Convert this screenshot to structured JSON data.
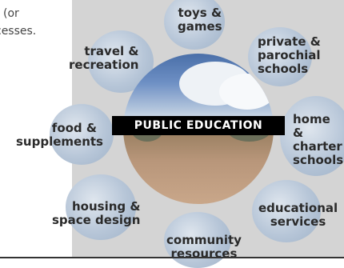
{
  "intro": {
    "line1": "(or",
    "line2": "cesses."
  },
  "center": {
    "title": "PUBLIC EDUCATION"
  },
  "nodes": {
    "toys_games": [
      "toys &",
      "games"
    ],
    "private_parochial": [
      "private &",
      "parochial",
      "schools"
    ],
    "home_charter": [
      "home &",
      "charter",
      "schools"
    ],
    "educational_services": [
      "educational",
      "services"
    ],
    "community_resources": [
      "community",
      "resources"
    ],
    "housing_space": [
      "housing &",
      "space design"
    ],
    "food_supplements": [
      "food &",
      "supplements"
    ],
    "travel_recreation": [
      "travel &",
      "recreation"
    ]
  },
  "colors": {
    "panel": "#d4d4d4",
    "bubble": "#b7c6d8",
    "banner": "#000000"
  }
}
